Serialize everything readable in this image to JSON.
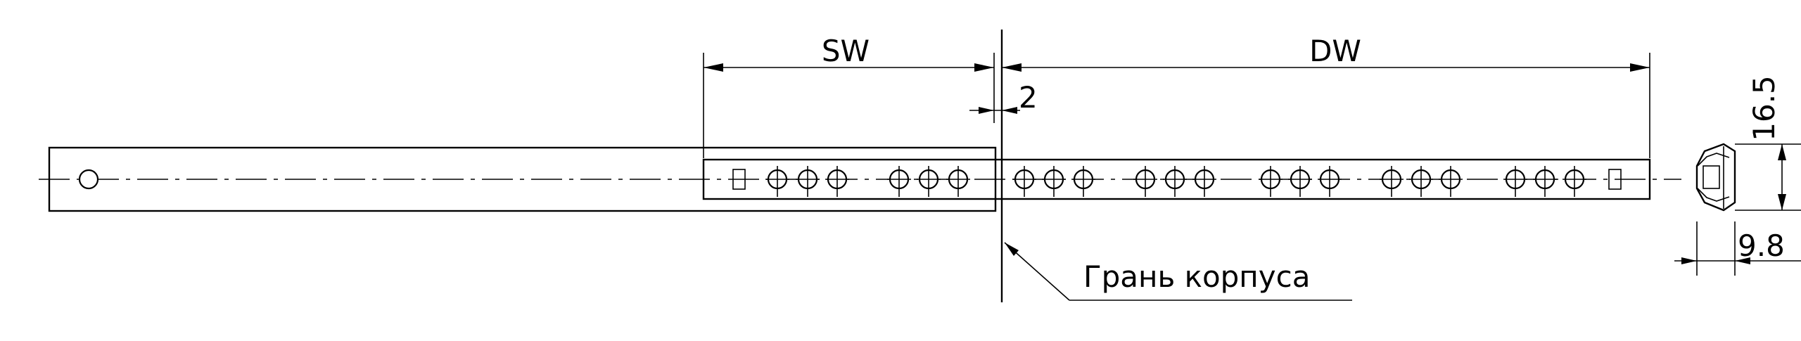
{
  "labels": {
    "sw": "SW",
    "dw": "DW",
    "gap": "2",
    "height": "16.5",
    "width": "9.8",
    "cabinet_edge": "Грань корпуса"
  }
}
